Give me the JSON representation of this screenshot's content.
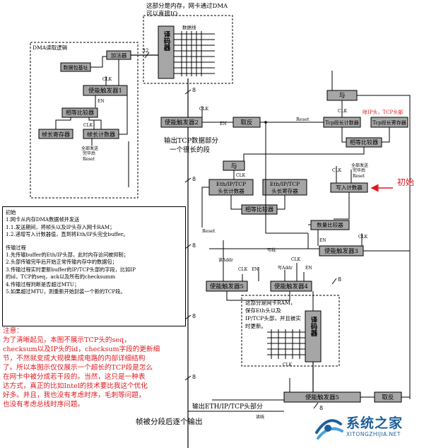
{
  "top_note": [
    "这部分是内存，网卡通过DMA",
    "可以直接IO"
  ],
  "dma_title": "DMA读取逻辑",
  "decoder_label": "译码器",
  "data_line_label": "数据线",
  "adder_label": "加法器",
  "packet_base_label": "数据包基址",
  "bus_width_32": "32",
  "bus_width_8": "8",
  "clk_label": "CLK",
  "en_label": "EN",
  "reset_label": "Reset",
  "enable_flipflop_1": "使能触发器1",
  "enable_flipflop_2": "使能触发器2",
  "enable_flipflop_3": "使能触发器3",
  "enable_flipflop_4": "使能触发器4",
  "enable_flipflop_5": "使能触发器5",
  "equal_comparator": "相等比较器",
  "frame_length_register": "帧长寄存器",
  "frame_counter": "帧长计数器",
  "all_sent_reset": [
    "全部发送",
    "完毕后",
    "Reset"
  ],
  "invert_label": "取反",
  "and_label": "与",
  "tcp_seg_counter": "Tcp段长计数器",
  "tcp_seg_register": "Tcp段长寄存器",
  "except_note": "除IP头，TCP头部",
  "output_tcp_label": [
    "输出TCP数据部分",
    "一个很长的段"
  ],
  "eth_header_counter": [
    "Eth/IP/TCP",
    "头长计数器"
  ],
  "eth_header_register": [
    "Eth/IP/TCP",
    "头长寄存器"
  ],
  "write_counter": "写入计数器",
  "initial_label": "初始",
  "quantity_comparator": "数量比较器",
  "read_addr_label": "读Addr",
  "write_line_label": "写线",
  "write_addr_label": "写Addr",
  "read_line_label": "读线",
  "nic_ram_note": [
    "这部分是网卡RAM，",
    "保存Eth头以及",
    "IP/TCP头部，并且被实",
    "时更新。"
  ],
  "output_eth_label": "输出ETH/IP/TCP头部分",
  "frame_output_label": "帧被分段后逐个输出",
  "annotation": {
    "init_heading": "初始",
    "init_lines": [
      "1.网卡从内存DMA数据帧并发送",
      "1.1.发送期间，将帧头以及IP头存入网卡RAM；",
      "1.2.递增写入计数器值，直到将Eth/IP头完全buffer。"
    ],
    "process_heading": "传输过程",
    "process_lines": [
      "1.先传输buffer的Eth/IP头部，此时内存访问被抑制；",
      "2.头部传输完毕后开始正常传输内存中的数据包；",
      "3.传输过程实时更新buffer的IP/TCP头部的字段，比如IP",
      "的id，TCP的seq，ack以及所有的checksumm",
      "4.传输过程判断是否超过MTU；",
      "5.如果超过MTU，则重新开始封装一个新的TCP段。"
    ]
  },
  "caution": {
    "heading": "注意：",
    "lines": [
      "为了清晰起见，本图不展示TCP头的seq，",
      "checksum以及IP头的id，checksum字段的更新细",
      "节，不然就变成大规模集成电路的内部详细结构",
      "了。所以本图示仅仅展示一个超长的TCP段是怎么",
      "在网卡中被分成若干段的。当然，这只是一种表",
      "达方式，真正的比如Intel的技术要比我这个优化",
      "好多。并且，我也没有考虑时序，毛刺等问题，",
      "也没有考虑总线时序问题。"
    ]
  },
  "watermark": {
    "title": "系统之家",
    "subtitle": "XITONGZHIJIA.NET"
  },
  "colors": {
    "box_fill": "#a6a6a6",
    "accent_red": "#e0191e",
    "watermark_blue": "#1d5f99"
  }
}
